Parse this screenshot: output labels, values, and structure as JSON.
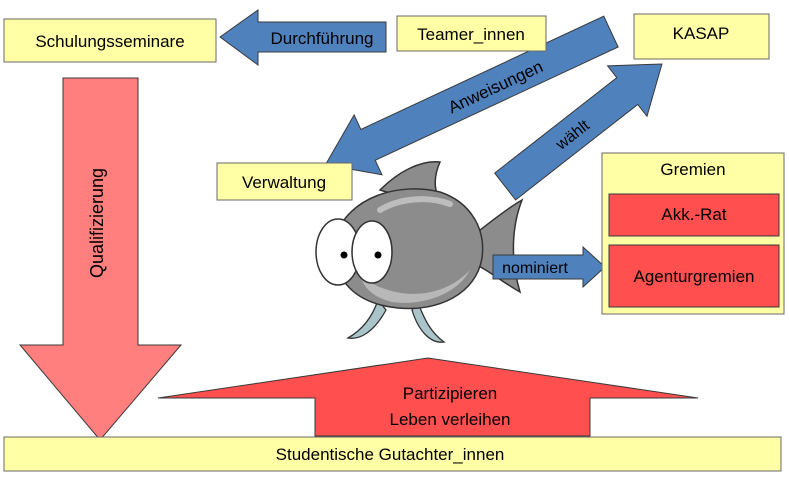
{
  "boxes": {
    "schulungsseminare": "Schulungsseminare",
    "teamer": "Teamer_innen",
    "kasap": "KASAP",
    "verwaltung": "Verwaltung",
    "gremien_title": "Gremien",
    "akk_rat": "Akk.-Rat",
    "agenturgremien": "Agenturgremien",
    "studentische": "Studentische Gutachter_innen"
  },
  "arrows": {
    "durchfuehrung": "Durchführung",
    "anweisungen": "Anweisungen",
    "waehlt": "wählt",
    "nominiert": "nominiert",
    "qualifizierung": "Qualifizierung",
    "partizipieren_line1": "Partizipieren",
    "partizipieren_line2": "Leben verleihen"
  },
  "colors": {
    "yellow_box": "#ffffa6",
    "blue_arrow": "#4f81bd",
    "red_box": "#ff4f4f",
    "pink_arrow": "#ff7e7e",
    "fish_body": "#8c8c8c"
  }
}
